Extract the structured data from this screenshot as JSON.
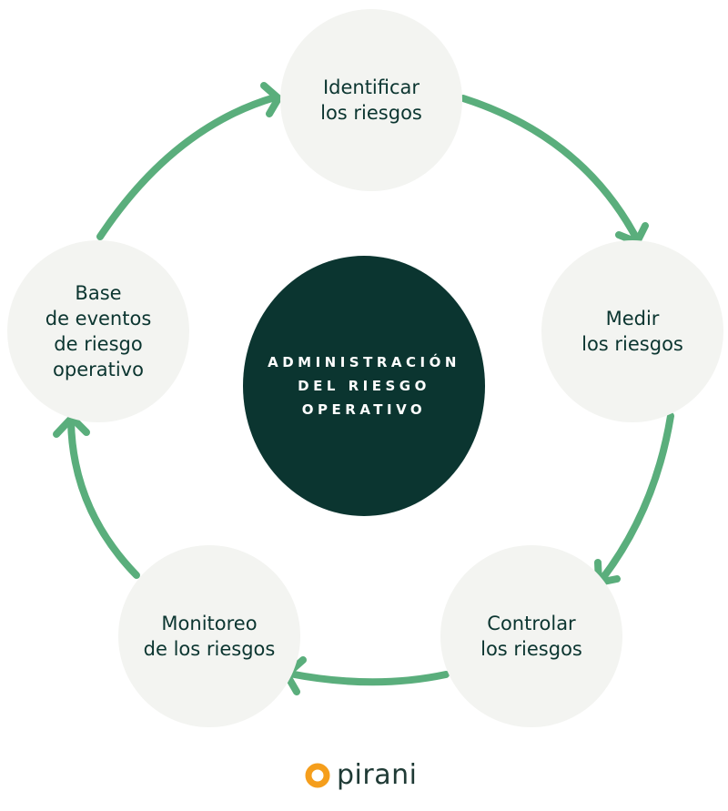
{
  "colors": {
    "accent": "#5aae7c",
    "node_fill": "#f3f4f1",
    "center_fill": "#0b3530",
    "node_text": "#0b3530",
    "center_text": "#ffffff",
    "logo_orange": "#f59e1c",
    "logo_text": "#1f3a35"
  },
  "center": {
    "label": "ADMINISTRACIÓN\nDEL RIESGO\nOPERATIVO"
  },
  "steps": [
    {
      "label": "Identificar\nlos riesgos"
    },
    {
      "label": "Medir\nlos riesgos"
    },
    {
      "label": "Controlar\nlos riesgos"
    },
    {
      "label": "Monitoreo\nde los riesgos"
    },
    {
      "label": "Base\nde eventos\nde riesgo\noperativo"
    }
  ],
  "brand": {
    "name": "pirani",
    "logo_icon": "pirani-logo-icon"
  }
}
